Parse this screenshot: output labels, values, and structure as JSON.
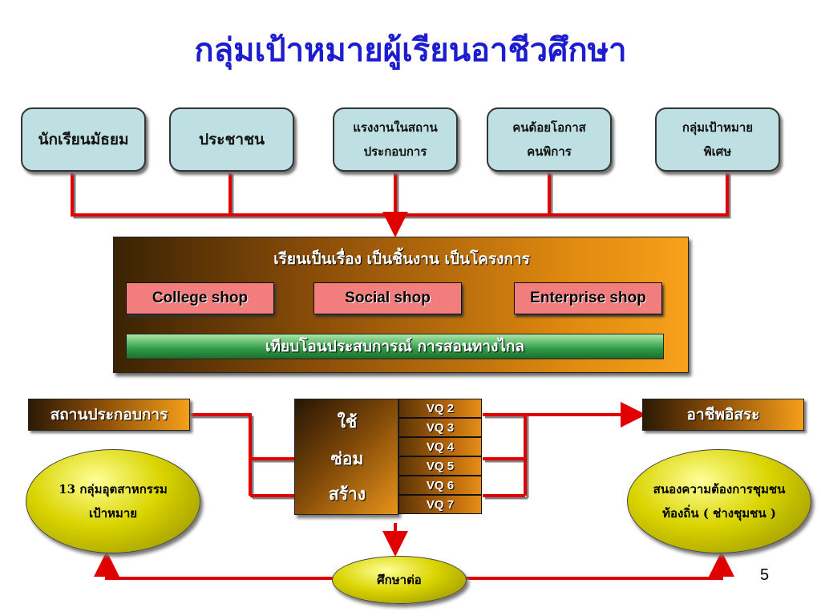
{
  "title": "กลุ่มเป้าหมายผู้เรียนอาชีวศึกษา",
  "targets": {
    "t1": "นักเรียนมัธยม",
    "t2": "ประชาชน",
    "t3_line1": "แรงงานในสถาน",
    "t3_line2": "ประกอบการ",
    "t4_line1": "คนด้อยโอกาส",
    "t4_line2": "คนพิการ",
    "t5_line1": "กลุ่มเป้าหมาย",
    "t5_line2": "พิเศษ"
  },
  "main": {
    "heading": "เรียนเป็นเรื่อง เป็นชิ้นงาน เป็นโครงการ",
    "shops": [
      "College shop",
      "Social shop",
      "Enterprise shop"
    ],
    "green_bar": "เทียบโอนประสบการณ์ การสอนทางไกล"
  },
  "workplace": "สถานประกอบการ",
  "industry_line1": "13 กลุ่มอุตสาหกรรม",
  "industry_line2": "เป้าหมาย",
  "center_line1": "ใช้",
  "center_line2": "ซ่อม",
  "center_line3": "สร้าง",
  "vq": [
    "VQ 2",
    "VQ 3",
    "VQ 4",
    "VQ 5",
    "VQ 6",
    "VQ 7"
  ],
  "self_employed": "อาชีพอิสระ",
  "community_line1": "สนองความต้องการชุมชน",
  "community_line2": "ท้องถิ่น ( ช่างชุมชน )",
  "further_study": "ศึกษาต่อ",
  "page_number": "5",
  "colors": {
    "title": "#1d1dd0",
    "line": "#e00000",
    "box": "#bfe0e3",
    "shop": "#f27d7d"
  }
}
